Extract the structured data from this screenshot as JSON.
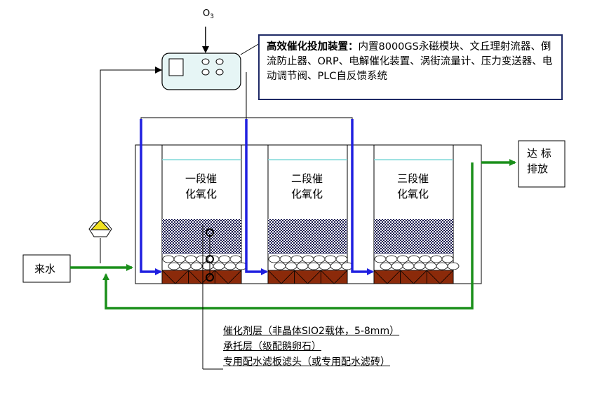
{
  "ozone_label": "O3",
  "device": {
    "title": "高效催化投加装置：",
    "description": "内置8000GS永磁模块、文丘理射流器、倒流防止器、ORP、电解催化装置、涡街流量计、压力变送器、电动调节阀、PLC自反馈系统"
  },
  "inlet_label": "来水",
  "outlet_label_line1": "达 标",
  "outlet_label_line2": "排放",
  "stages": [
    {
      "line1": "一段催",
      "line2": "化氧化"
    },
    {
      "line1": "二段催",
      "line2": "化氧化"
    },
    {
      "line1": "三段催",
      "line2": "化氧化"
    }
  ],
  "legend": [
    "催化剂层（非晶体SIO2载体，5-8mm）",
    "承托层（级配鹅卵石）",
    "专用配水滤板滤头（或专用配水滤砖）"
  ],
  "colors": {
    "flow_green": "#1a8f1a",
    "flow_blue": "#1f1fe0",
    "water_line": "#7fd8d8",
    "gravel_red": "#8b2a0a",
    "device_fill": "#e6f5f5",
    "pump_yellow": "#f0e020"
  }
}
